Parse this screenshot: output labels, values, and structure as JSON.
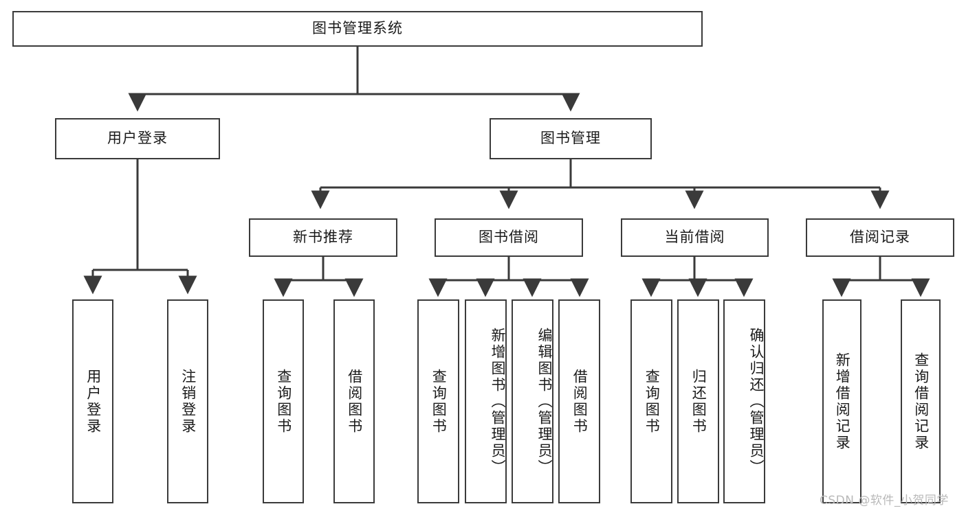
{
  "diagram": {
    "type": "tree-hierarchy",
    "title": "图书管理系统",
    "watermark": "CSDN @软件_小贺同学",
    "colors": {
      "box_border": "#3a3a3a",
      "box_fill": "#ffffff",
      "connector": "#3a3a3a",
      "text": "#1a1a1a",
      "watermark": "#b9b9b9",
      "background": "#ffffff"
    },
    "root": {
      "label": "图书管理系统"
    },
    "level2": [
      {
        "id": "user-login",
        "label": "用户登录"
      },
      {
        "id": "book-manage",
        "label": "图书管理"
      }
    ],
    "level3": [
      {
        "id": "new-book-rec",
        "label": "新书推荐",
        "parent": "book-manage"
      },
      {
        "id": "book-borrow",
        "label": "图书借阅",
        "parent": "book-manage"
      },
      {
        "id": "current-borrow",
        "label": "当前借阅",
        "parent": "book-manage"
      },
      {
        "id": "borrow-record",
        "label": "借阅记录",
        "parent": "book-manage"
      }
    ],
    "leaves": {
      "user-login": [
        {
          "id": "leaf-user-login",
          "label": "用户登录"
        },
        {
          "id": "leaf-user-logout",
          "label": "注销登录"
        }
      ],
      "new-book-rec": [
        {
          "id": "leaf-query-book-1",
          "label": "查询图书"
        },
        {
          "id": "leaf-borrow-book-1",
          "label": "借阅图书"
        }
      ],
      "book-borrow": [
        {
          "id": "leaf-query-book-2",
          "label": "查询图书"
        },
        {
          "id": "leaf-add-book",
          "label": "新增图书（管理员）"
        },
        {
          "id": "leaf-edit-book",
          "label": "编辑图书（管理员）"
        },
        {
          "id": "leaf-borrow-book-2",
          "label": "借阅图书"
        }
      ],
      "current-borrow": [
        {
          "id": "leaf-query-book-3",
          "label": "查询图书"
        },
        {
          "id": "leaf-return-book",
          "label": "归还图书"
        },
        {
          "id": "leaf-confirm-return",
          "label": "确认归还（管理员）"
        }
      ],
      "borrow-record": [
        {
          "id": "leaf-add-record",
          "label": "新增借阅记录"
        },
        {
          "id": "leaf-query-record",
          "label": "查询借阅记录"
        }
      ]
    }
  }
}
